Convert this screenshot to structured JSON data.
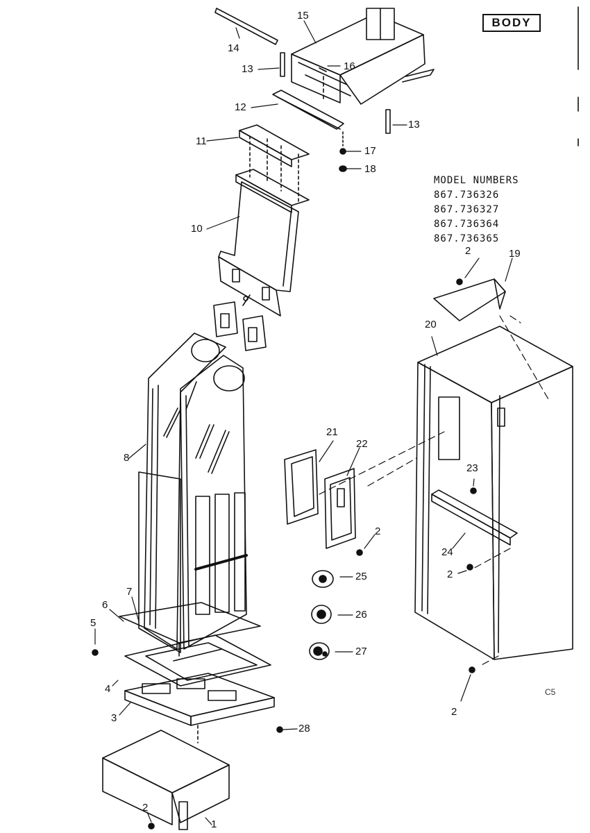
{
  "section_tag": "BODY",
  "model_numbers": {
    "heading": "MODEL NUMBERS",
    "items": [
      "867.736326",
      "867.736327",
      "867.736364",
      "867.736365"
    ]
  },
  "corner_code": "C5",
  "callouts": {
    "c1": "1",
    "c2a": "2",
    "c2b": "2",
    "c2c": "2",
    "c2d": "2",
    "c2e": "2",
    "c3": "3",
    "c4": "4",
    "c5": "5",
    "c6": "6",
    "c7": "7",
    "c8": "8",
    "c10": "10",
    "c11": "11",
    "c12": "12",
    "c13a": "13",
    "c13b": "13",
    "c14": "14",
    "c15": "15",
    "c16": "16",
    "c17": "17",
    "c18": "18",
    "c19": "19",
    "c20": "20",
    "c21": "21",
    "c22": "22",
    "c23": "23",
    "c24": "24",
    "c25": "25",
    "c26": "26",
    "c27": "27",
    "c28": "28"
  }
}
